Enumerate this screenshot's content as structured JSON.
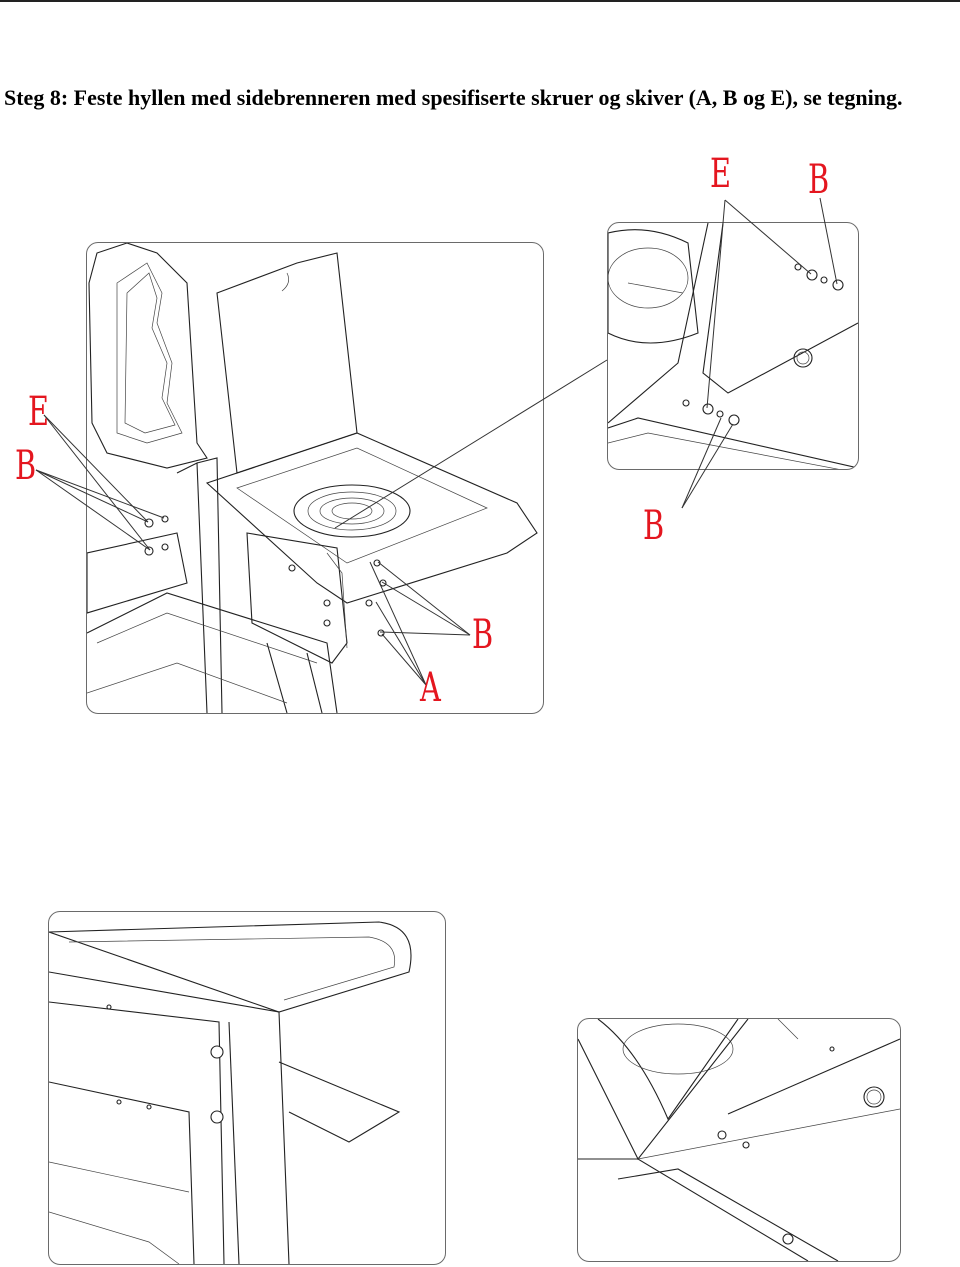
{
  "heading": "Steg 8: Feste hyllen med sidebrenneren med spesifiserte skruer og skiver (A, B og E), se tegning.",
  "callouts": {
    "main_e": "E",
    "main_b": "B",
    "main_b2": "B",
    "main_a": "A",
    "detail_e": "E",
    "detail_b_top": "B",
    "detail_b_bottom": "B"
  },
  "colors": {
    "callout": "#e4161f",
    "line": "#222222",
    "panel_border": "#6a6a6a"
  }
}
